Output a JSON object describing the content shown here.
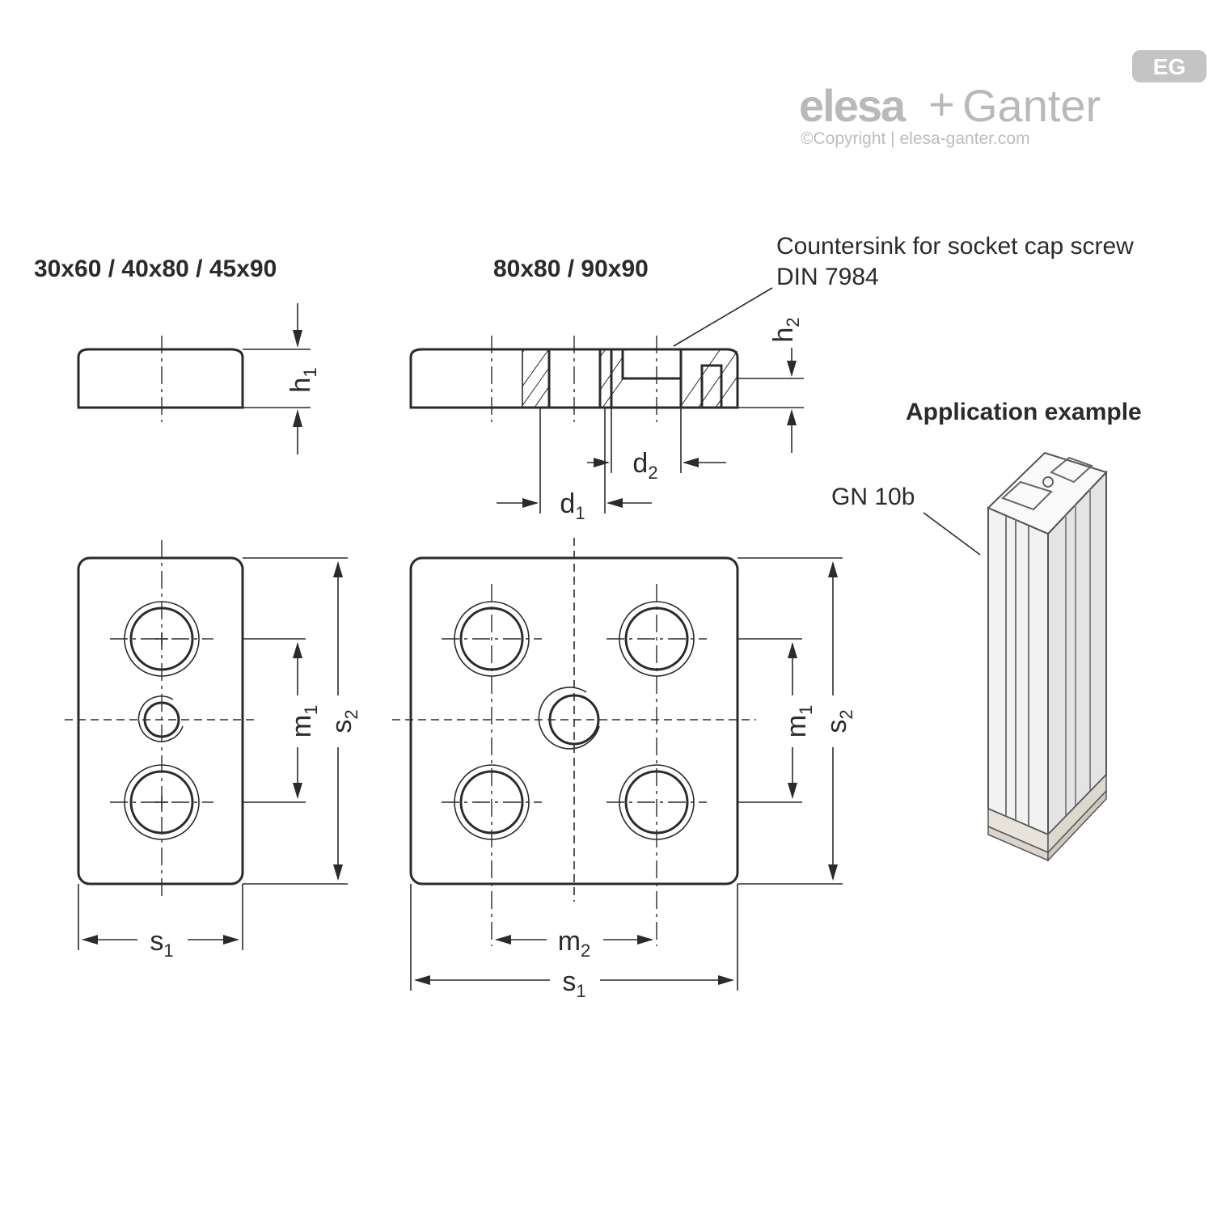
{
  "brand": {
    "name_part1": "elesa",
    "plus": "+",
    "name_part2": "Ganter",
    "badge": "EG",
    "copyright": "©Copyright | elesa-ganter.com"
  },
  "views": {
    "left_title": "30x60 / 40x80 / 45x90",
    "right_title": "80x80 / 90x90"
  },
  "callouts": {
    "countersink_line1": "Countersink for socket cap screw",
    "countersink_line2": "DIN 7984",
    "application_title": "Application example",
    "application_label": "GN 10b"
  },
  "dimensions": {
    "h1": {
      "base": "h",
      "sub": "1"
    },
    "h2": {
      "base": "h",
      "sub": "2"
    },
    "d1": {
      "base": "d",
      "sub": "1"
    },
    "d2": {
      "base": "d",
      "sub": "2"
    },
    "m1": {
      "base": "m",
      "sub": "1"
    },
    "m2": {
      "base": "m",
      "sub": "2"
    },
    "s1": {
      "base": "s",
      "sub": "1"
    },
    "s2": {
      "base": "s",
      "sub": "2"
    }
  },
  "colors": {
    "ink": "#2b2b2b",
    "logo_grey": "#b9b9b9",
    "profile_fill": "#eeeeee",
    "pad_fill": "#d9d4cc"
  }
}
